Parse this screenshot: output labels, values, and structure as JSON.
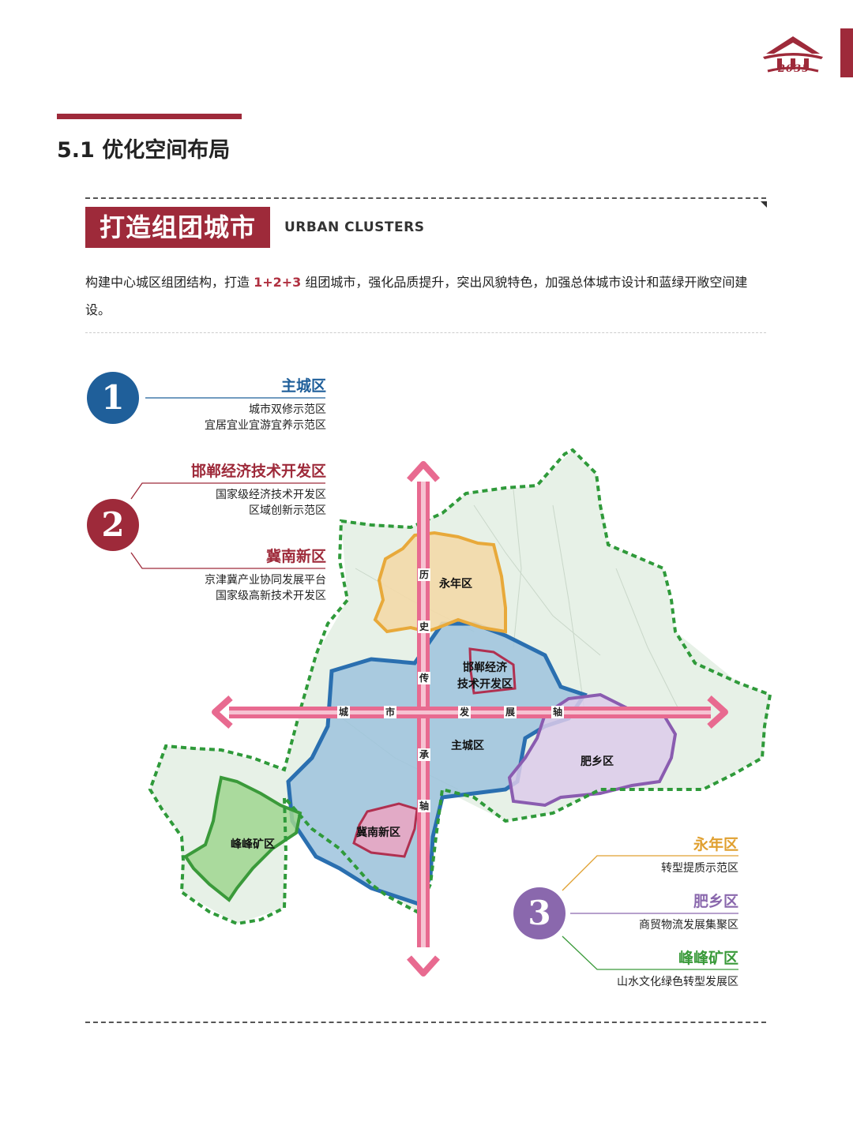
{
  "header": {
    "logo_year": "2035",
    "section_title": "5.1 优化空间布局"
  },
  "banner": {
    "title_cn": "打造组团城市",
    "title_en": "URBAN CLUSTERS"
  },
  "intro": {
    "before": "构建中心城区组团结构，打造 ",
    "highlight": "1+2+3",
    "after": " 组团城市，强化品质提升，突出风貌特色，加强总体城市设计和蓝绿开敞空间建设。"
  },
  "legend": {
    "group1": {
      "number": "1",
      "color": "#1f5f9a",
      "items": [
        {
          "title": "主城区",
          "title_color": "#1f5f9a",
          "lines": [
            "城市双修示范区",
            "宜居宜业宜游宜养示范区"
          ]
        }
      ]
    },
    "group2": {
      "number": "2",
      "color": "#9e2a3a",
      "items": [
        {
          "title": "邯郸经济技术开发区",
          "title_color": "#9e2a3a",
          "lines": [
            "国家级经济技术开发区",
            "区域创新示范区"
          ]
        },
        {
          "title": "冀南新区",
          "title_color": "#9e2a3a",
          "lines": [
            "京津冀产业协同发展平台",
            "国家级高新技术开发区"
          ]
        }
      ]
    },
    "group3": {
      "number": "3",
      "color": "#8a68ad",
      "items": [
        {
          "title": "永年区",
          "title_color": "#e0a030",
          "lines": [
            "转型提质示范区"
          ]
        },
        {
          "title": "肥乡区",
          "title_color": "#8a68ad",
          "lines": [
            "商贸物流发展集聚区"
          ]
        },
        {
          "title": "峰峰矿区",
          "title_color": "#3a9a3a",
          "lines": [
            "山水文化绿色转型发展区"
          ]
        }
      ]
    }
  },
  "map": {
    "district_labels": {
      "yongnian": "永年区",
      "kaifaqu_line1": "邯郸经济",
      "kaifaqu_line2": "技术开发区",
      "zhucheng": "主城区",
      "feixiang": "肥乡区",
      "jinan": "冀南新区",
      "fengfeng": "峰峰矿区"
    },
    "vertical_axis_chars": [
      "历",
      "史",
      "传",
      "承",
      "轴"
    ],
    "horizontal_axis_chars": [
      "城",
      "市",
      "发",
      "展",
      "轴"
    ],
    "colors": {
      "yongnian": "#e8a93a",
      "zhucheng": "#2a6fb0",
      "kaifaqu": "#b03050",
      "feixiang": "#8a5cb0",
      "fengfeng": "#3a9a3a",
      "boundary": "#2f9a3a",
      "axis": "#e86a90"
    }
  }
}
